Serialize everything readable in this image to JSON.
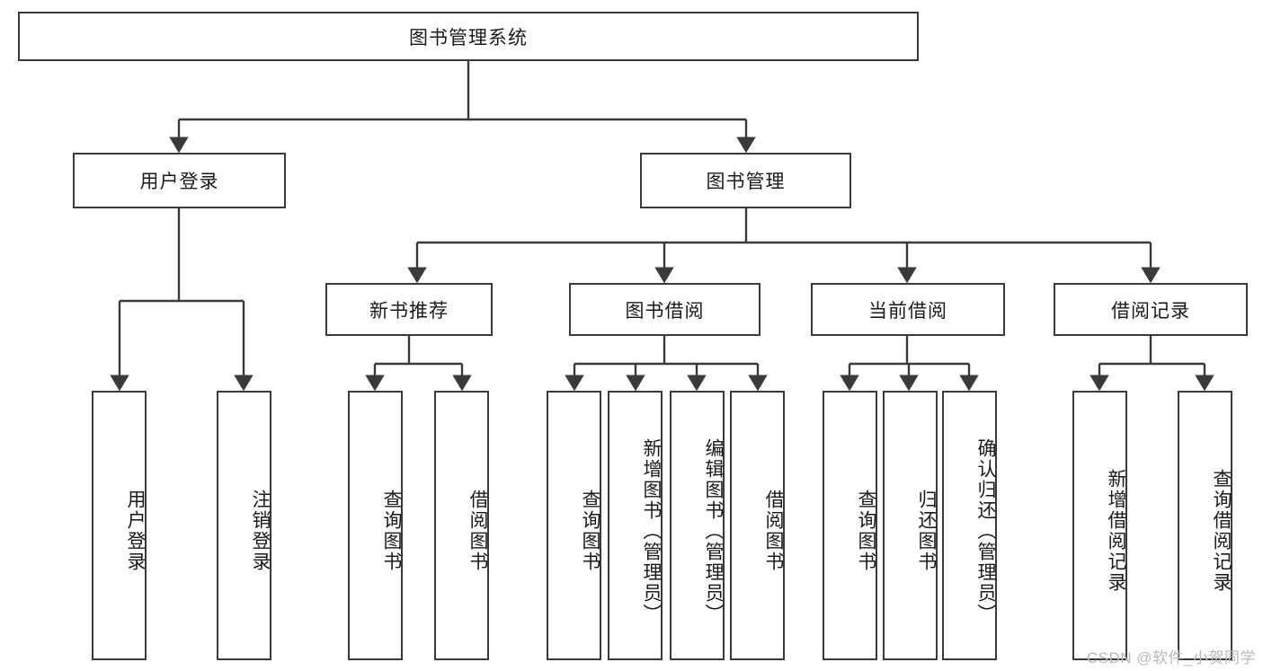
{
  "diagram": {
    "type": "tree-hierarchy-chart",
    "title": "图书管理系统",
    "colors": {
      "background": "#ffffff",
      "box_border": "#3a3a3a",
      "connector": "#3a3a3a",
      "text": "#1a1a1a",
      "watermark": "#b9b9b9"
    },
    "levels": {
      "root": {
        "label": "图书管理系统"
      },
      "level2": [
        {
          "label": "用户登录"
        },
        {
          "label": "图书管理"
        }
      ],
      "level3": [
        {
          "label": "新书推荐"
        },
        {
          "label": "图书借阅"
        },
        {
          "label": "当前借阅"
        },
        {
          "label": "借阅记录"
        }
      ],
      "leaves_user_login": [
        {
          "label": "用户登录"
        },
        {
          "label": "注销登录"
        }
      ],
      "leaves_new_books": [
        {
          "label": "查询图书"
        },
        {
          "label": "借阅图书"
        }
      ],
      "leaves_borrow_books": [
        {
          "label": "查询图书"
        },
        {
          "label": "新增图书（管理员）"
        },
        {
          "label": "编辑图书（管理员）"
        },
        {
          "label": "借阅图书"
        }
      ],
      "leaves_current_borrow": [
        {
          "label": "查询图书"
        },
        {
          "label": "归还图书"
        },
        {
          "label": "确认归还（管理员）"
        }
      ],
      "leaves_borrow_records": [
        {
          "label": "新增借阅记录"
        },
        {
          "label": "查询借阅记录"
        }
      ]
    }
  },
  "watermark": {
    "text": "CSDN @软件_小贺同学"
  }
}
